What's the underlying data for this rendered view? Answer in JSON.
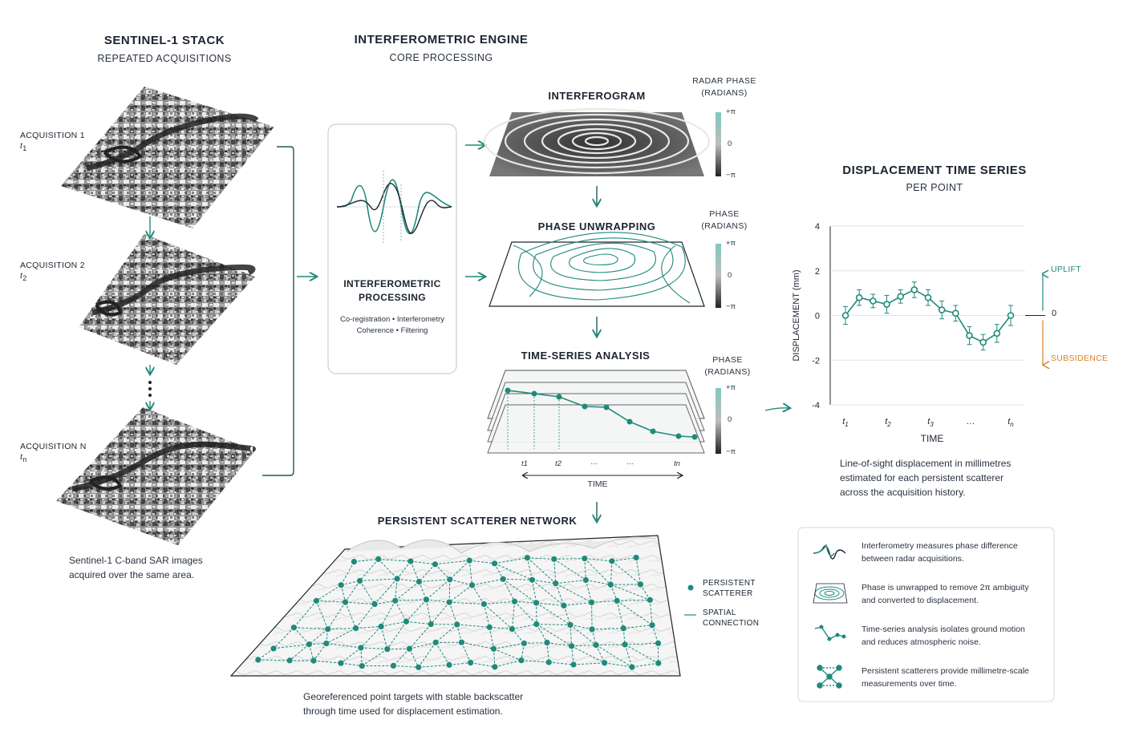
{
  "stack": {
    "title": "SENTINEL-1 STACK",
    "subtitle": "REPEATED ACQUISITIONS",
    "acquisitions": [
      {
        "label": "ACQUISITION 1",
        "time": "t",
        "sub": "1"
      },
      {
        "label": "ACQUISITION 2",
        "time": "t",
        "sub": "2"
      },
      {
        "label": "ACQUISITION N",
        "time": "t",
        "sub": "n"
      }
    ],
    "caption_line1": "Sentinel-1 C-band SAR images",
    "caption_line2": "acquired over the same area."
  },
  "engine": {
    "title": "INTERFEROMETRIC ENGINE",
    "subtitle": "CORE PROCESSING",
    "box_title_line1": "INTERFEROMETRIC",
    "box_title_line2": "PROCESSING",
    "steps_line1": "Co-registration  •  Interferometry",
    "steps_line2": "Coherence  •  Filtering"
  },
  "panels": {
    "interferogram": {
      "title": "INTERFEROGRAM",
      "scale_line1": "RADAR PHASE",
      "scale_line2": "(RADIANS)"
    },
    "unwrapping": {
      "title": "PHASE UNWRAPPING",
      "scale_line1": "PHASE",
      "scale_line2": "(RADIANS)"
    },
    "timeseries": {
      "title": "TIME-SERIES ANALYSIS",
      "scale_line1": "PHASE",
      "scale_line2": "(RADIANS)"
    },
    "scale_ticks": {
      "top": "+π",
      "mid": "0",
      "bottom": "−π"
    },
    "ts_ticks": [
      "t1",
      "t2",
      "…",
      "…",
      "tn"
    ],
    "ts_axis": "TIME"
  },
  "network": {
    "title": "PERSISTENT SCATTERER NETWORK",
    "legend_scatterer_line1": "PERSISTENT",
    "legend_scatterer_line2": "SCATTERER",
    "legend_connection_line1": "SPATIAL",
    "legend_connection_line2": "CONNECTION",
    "caption_line1": "Georeferenced point targets with stable backscatter",
    "caption_line2": "through time used for displacement estimation."
  },
  "displacement": {
    "title": "DISPLACEMENT TIME SERIES",
    "subtitle": "PER POINT",
    "caption_line1": "Line-of-sight displacement in millimetres",
    "caption_line2": "estimated for each persistent scatterer",
    "caption_line3": "across the acquisition history.",
    "uplift": "UPLIFT",
    "subsidence": "SUBSIDENCE",
    "zero_label": "0"
  },
  "chart_data": {
    "type": "line",
    "xlabel": "TIME",
    "ylabel": "DISPLACEMENT (mm)",
    "ylim": [
      -4,
      4
    ],
    "yticks": [
      4,
      2,
      0,
      -2,
      -4
    ],
    "xticks": [
      "t1",
      "t2",
      "t3",
      "…",
      "tn"
    ],
    "grid": true,
    "series": [
      {
        "values": [
          0.0,
          0.8,
          0.65,
          0.5,
          0.85,
          1.15,
          0.8,
          0.25,
          0.1,
          -0.9,
          -1.2,
          -0.8,
          0.0
        ],
        "errors": [
          0.4,
          0.35,
          0.3,
          0.4,
          0.3,
          0.35,
          0.35,
          0.4,
          0.35,
          0.4,
          0.35,
          0.4,
          0.45
        ]
      }
    ]
  },
  "legend_box": [
    {
      "icon": "wave-icon",
      "line1": "Interferometry measures phase difference",
      "line2": "between radar acquisitions."
    },
    {
      "icon": "fringe-icon",
      "line1": "Phase is unwrapped to remove 2π ambiguity",
      "line2": "and converted to displacement."
    },
    {
      "icon": "timeseries-icon",
      "line1": "Time-series analysis isolates ground motion",
      "line2": "and reduces atmospheric noise."
    },
    {
      "icon": "network-icon",
      "line1": "Persistent scatterers provide millimetre-scale",
      "line2": "measurements over time."
    }
  ],
  "colors": {
    "teal": "#1f8a7a",
    "dark": "#1c2430",
    "orange": "#d9822b"
  }
}
